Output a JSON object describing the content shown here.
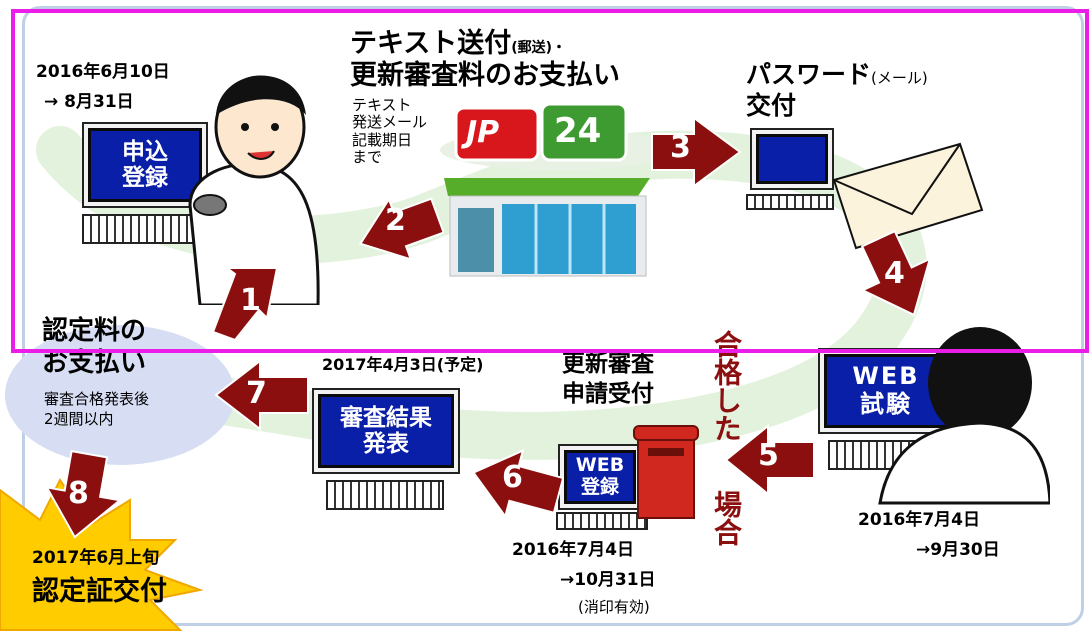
{
  "steps": {
    "s1": "1",
    "s2": "2",
    "s3": "3",
    "s4": "4",
    "s5": "5",
    "s6": "6",
    "s7": "7",
    "s8": "8"
  },
  "apply": {
    "date1": "2016年6月10日",
    "date2": "→ 8月31日",
    "screen_line1": "申込",
    "screen_line2": "登録"
  },
  "text_send": {
    "title_line1": "テキスト送付",
    "title_sub": "(郵送)・",
    "title_line2": "更新審査料のお支払い",
    "note_line1": "テキスト",
    "note_line2": "発送メール",
    "note_line3": "記載期日",
    "note_line4": "まで",
    "sign_jp": "JP",
    "sign_24": "24"
  },
  "password": {
    "title_line1": "パスワード",
    "title_sub": "(メール)",
    "title_line2": "交付"
  },
  "web_exam": {
    "screen_line1": "WEB",
    "screen_line2": "試験",
    "date1": "2016年7月4日",
    "date2": "→9月30日"
  },
  "passed": {
    "line1": "合格した",
    "line2": "場合"
  },
  "renewal": {
    "title_line1": "更新審査",
    "title_line2": "申請受付",
    "screen_line1": "WEB",
    "screen_line2": "登録",
    "date1": "2016年7月4日",
    "date2": "→10月31日",
    "date3": "(消印有効)"
  },
  "result": {
    "date": "2017年4月3日(予定)",
    "screen_line1": "審査結果",
    "screen_line2": "発表"
  },
  "fee": {
    "title_line1": "認定料の",
    "title_line2": "お支払い",
    "note_line1": "審査合格発表後",
    "note_line2": "2週間以内"
  },
  "cert": {
    "date": "2017年6月上旬",
    "title": "認定証交付"
  },
  "colors": {
    "arrow": "#8b0f0f",
    "screen": "#0a1fa8",
    "highlight": "#ea1ee8",
    "burst": "#ffcc00",
    "path": "#e3f2dd",
    "frame": "#bfd0e6"
  }
}
